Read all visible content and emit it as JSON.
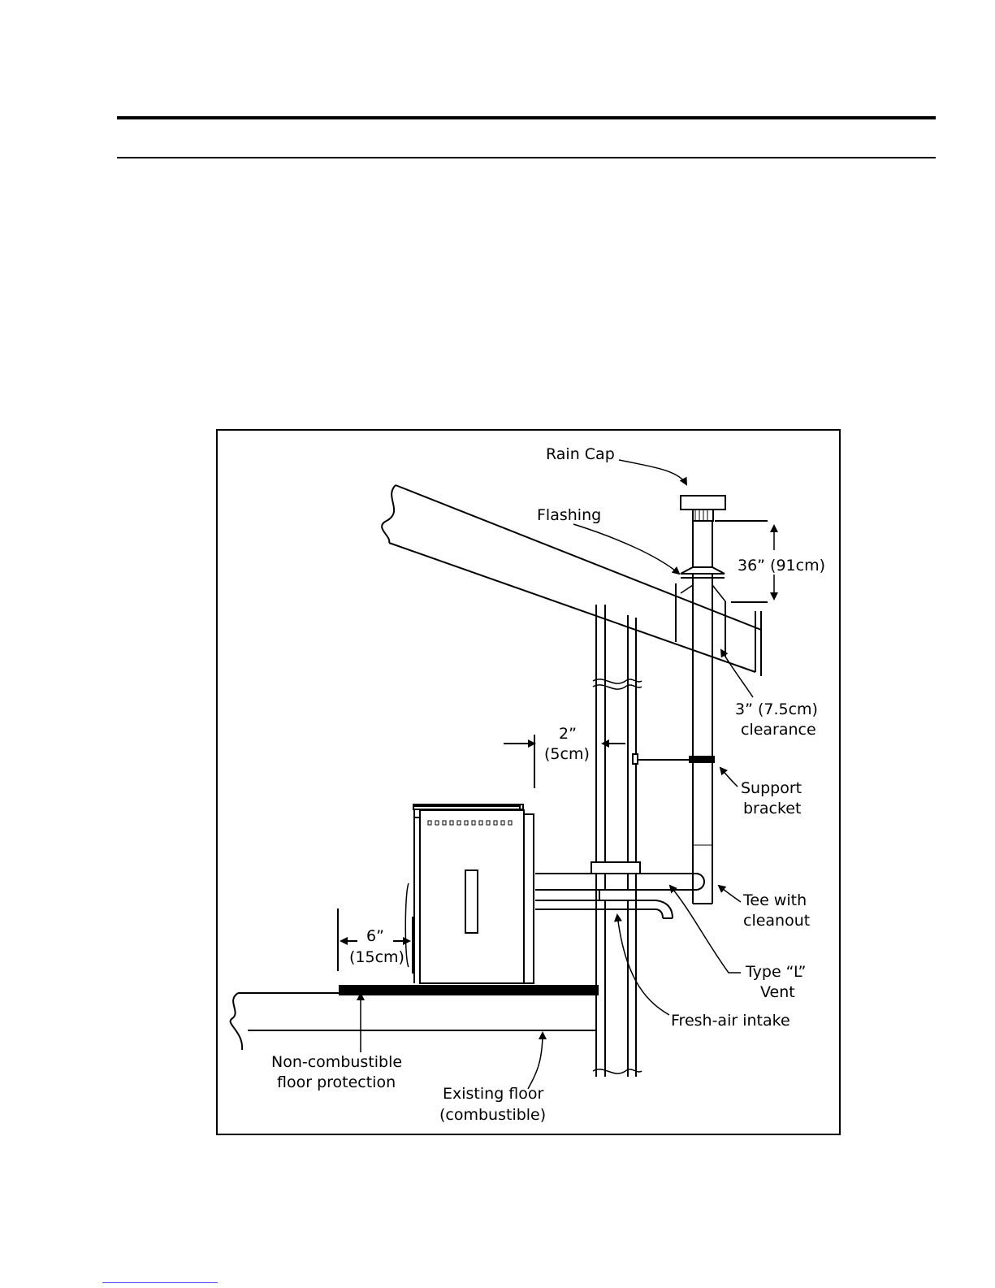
{
  "diagram": {
    "labels": {
      "rain_cap": "Rain Cap",
      "flashing": "Flashing",
      "roof_clearance": "36” (91cm)",
      "pipe_clearance": [
        "3” (7.5cm)",
        "clearance"
      ],
      "wall_clearance": [
        "2”",
        "(5cm)"
      ],
      "support_bracket": [
        "Support",
        "bracket"
      ],
      "tee_cleanout": [
        "Tee with",
        "cleanout"
      ],
      "type_l_vent": [
        "Type “L”",
        "Vent"
      ],
      "fresh_air": "Fresh-air intake",
      "rear_clearance": [
        "6”",
        "(15cm)"
      ],
      "floor_protection": [
        "Non-combustible",
        "floor protection"
      ],
      "existing_floor": [
        "Existing floor",
        "(combustible)"
      ]
    }
  }
}
